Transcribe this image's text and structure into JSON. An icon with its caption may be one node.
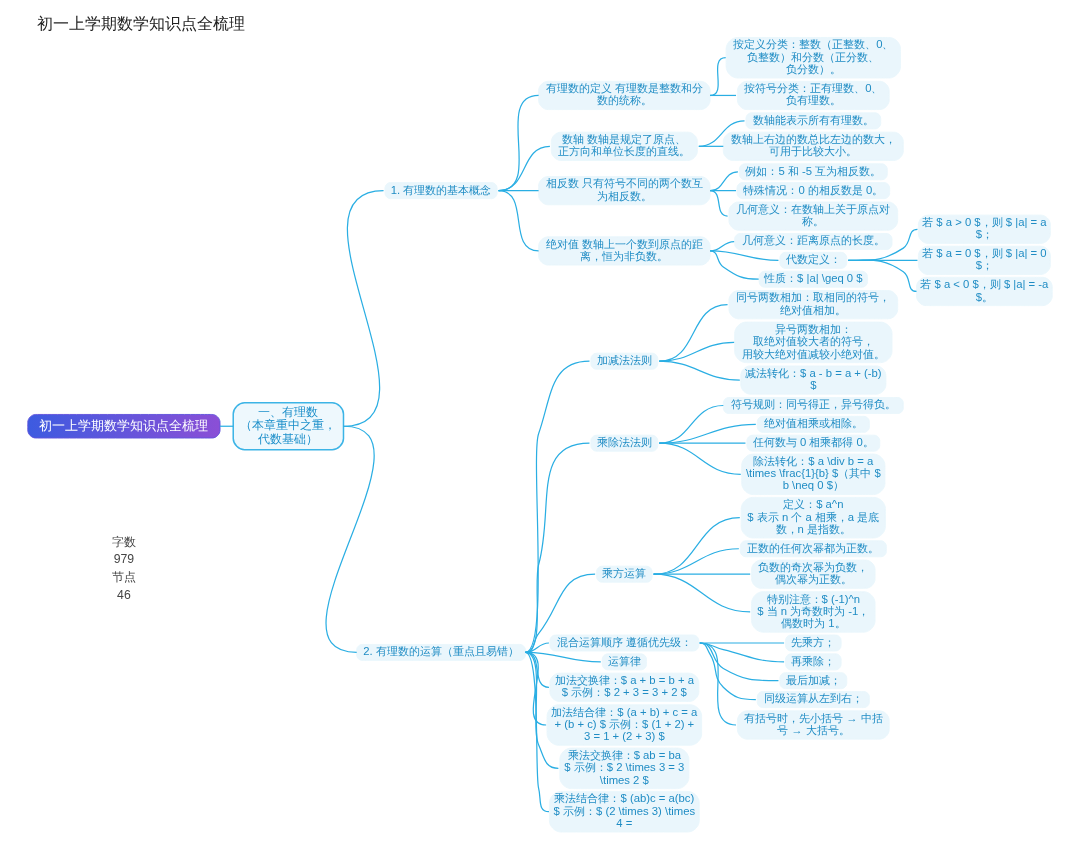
{
  "diagram": {
    "title": "初一上学期数学知识点全梳理",
    "nodes": [
      {
        "text": [
          "初一上学期数学知识点全梳理"
        ]
      },
      {
        "text": [
          "一、有理数（本章重中之重，代数基础）"
        ]
      },
      {
        "text": [
          "1. 有理数的基本概念"
        ]
      },
      {
        "text": [
          "有理数的定义 有理数是整数和分数的统称。"
        ]
      },
      {
        "text": [
          "按定义分类：整数（正整数、0、负整数）和分数（正分数、负分数）。"
        ]
      },
      {
        "text": [
          "按符号分类：正有理数、0、负有理数。"
        ]
      },
      {
        "text": [
          "数轴 数轴是规定了原点、正方向和单位长度的直线。"
        ]
      },
      {
        "text": [
          "数轴能表示所有有理数。"
        ]
      },
      {
        "text": [
          "数轴上右边的数总比左边的数大，可用于比较大小。"
        ]
      },
      {
        "text": [
          "相反数 只有符号不同的两个数互为相反数。"
        ]
      },
      {
        "text": [
          "例如：5 和 -5 互为相反数。"
        ]
      },
      {
        "text": [
          "特殊情况：0 的相反数是 0。"
        ]
      },
      {
        "text": [
          "几何意义：在数轴上关于原点对称。"
        ]
      },
      {
        "text": [
          "绝对值 数轴上一个数到原点的距离，恒为非负数。"
        ]
      },
      {
        "text": [
          "几何意义：距离原点的长度。"
        ]
      },
      {
        "text": [
          "代数定义："
        ]
      },
      {
        "text": [
          "若 $ a > 0 $，则 $ |a| = a $；"
        ]
      },
      {
        "text": [
          "若 $ a = 0 $，则 $ |a| = 0 $；"
        ]
      },
      {
        "text": [
          "若 $ a < 0 $，则 $ |a| = -a $。"
        ]
      },
      {
        "text": [
          "性质：$ |a| \\geq 0 $"
        ]
      },
      {
        "text": [
          "2. 有理数的运算（重点且易错）"
        ]
      },
      {
        "text": [
          "加减法法则"
        ]
      },
      {
        "text": [
          "同号两数相加：取相同的符号，绝对值相加。"
        ]
      },
      {
        "text": [
          "异号两数相加：取绝对值较大者的符号，用较大绝对值减较小绝对值。"
        ]
      },
      {
        "text": [
          "减法转化：$ a - b = a + (-b) $"
        ]
      },
      {
        "text": [
          "乘除法法则"
        ]
      },
      {
        "text": [
          "符号规则：同号得正，异号得负。"
        ]
      },
      {
        "text": [
          "绝对值相乘或相除。"
        ]
      },
      {
        "text": [
          "任何数与 0 相乘都得 0。"
        ]
      },
      {
        "text": [
          "除法转化：$ a \\div b = a \\times \\frac{1}{b} $（其中 $ b \\neq 0 $）"
        ]
      },
      {
        "text": [
          "乘方运算"
        ]
      },
      {
        "text": [
          "定义：$ a^n $ 表示 n 个 a 相乘，a 是底数，n 是指数。"
        ]
      },
      {
        "text": [
          "正数的任何次幂都为正数。"
        ]
      },
      {
        "text": [
          "负数的奇次幂为负数，偶次幂为正数。"
        ]
      },
      {
        "text": [
          "特别注意：$ (-1)^n $ 当 n 为奇数时为 -1，偶数时为 1。"
        ]
      },
      {
        "text": [
          "混合运算顺序 遵循优先级："
        ]
      },
      {
        "text": [
          "先乘方；"
        ]
      },
      {
        "text": [
          "再乘除；"
        ]
      },
      {
        "text": [
          "最后加减；"
        ]
      },
      {
        "text": [
          "同级运算从左到右；"
        ]
      },
      {
        "text": [
          "有括号时，先小括号 → 中括号 → 大括号。"
        ]
      },
      {
        "text": [
          "运算律"
        ]
      },
      {
        "text": [
          "加法交换律：$ a + b = b + a $ 示例：$ 2 + 3 = 3 + 2 $"
        ]
      },
      {
        "text": [
          "加法结合律：$ (a + b) + c = a + (b + c) $ 示例：$ (1 + 2) + 3 = 1 + (2 + 3) $"
        ]
      },
      {
        "text": [
          "乘法交换律：$ ab = ba $ 示例：$ 2 \\times 3 = 3 \\times 2 $"
        ]
      },
      {
        "text": [
          "乘法结合律：$ (ab)c = a(bc) $ 示例：$ (2 \\times 3) \\times 4 ="
        ]
      }
    ],
    "edges": [
      {
        "from": 0,
        "to": 1,
        "arrow": "none"
      },
      {
        "from": 1,
        "to": 2,
        "arrow": "none"
      },
      {
        "from": 2,
        "to": 3,
        "arrow": "none"
      },
      {
        "from": 3,
        "to": 4,
        "arrow": "none"
      },
      {
        "from": 3,
        "to": 5,
        "arrow": "none"
      },
      {
        "from": 2,
        "to": 6,
        "arrow": "none"
      },
      {
        "from": 6,
        "to": 7,
        "arrow": "none"
      },
      {
        "from": 6,
        "to": 8,
        "arrow": "none"
      },
      {
        "from": 2,
        "to": 9,
        "arrow": "none"
      },
      {
        "from": 9,
        "to": 10,
        "arrow": "none"
      },
      {
        "from": 9,
        "to": 11,
        "arrow": "none"
      },
      {
        "from": 9,
        "to": 12,
        "arrow": "none"
      },
      {
        "from": 2,
        "to": 13,
        "arrow": "none"
      },
      {
        "from": 13,
        "to": 14,
        "arrow": "none"
      },
      {
        "from": 13,
        "to": 15,
        "arrow": "none"
      },
      {
        "from": 15,
        "to": 16,
        "arrow": "none"
      },
      {
        "from": 15,
        "to": 17,
        "arrow": "none"
      },
      {
        "from": 15,
        "to": 18,
        "arrow": "none"
      },
      {
        "from": 13,
        "to": 19,
        "arrow": "none"
      },
      {
        "from": 1,
        "to": 20,
        "arrow": "none"
      },
      {
        "from": 20,
        "to": 21,
        "arrow": "none"
      },
      {
        "from": 21,
        "to": 22,
        "arrow": "none"
      },
      {
        "from": 21,
        "to": 23,
        "arrow": "none"
      },
      {
        "from": 21,
        "to": 24,
        "arrow": "none"
      },
      {
        "from": 20,
        "to": 25,
        "arrow": "none"
      },
      {
        "from": 25,
        "to": 26,
        "arrow": "none"
      },
      {
        "from": 25,
        "to": 27,
        "arrow": "none"
      },
      {
        "from": 25,
        "to": 28,
        "arrow": "none"
      },
      {
        "from": 25,
        "to": 29,
        "arrow": "none"
      },
      {
        "from": 20,
        "to": 30,
        "arrow": "none"
      },
      {
        "from": 30,
        "to": 31,
        "arrow": "none"
      },
      {
        "from": 30,
        "to": 32,
        "arrow": "none"
      },
      {
        "from": 30,
        "to": 33,
        "arrow": "none"
      },
      {
        "from": 30,
        "to": 34,
        "arrow": "none"
      },
      {
        "from": 20,
        "to": 35,
        "arrow": "none"
      },
      {
        "from": 35,
        "to": 36,
        "arrow": "none"
      },
      {
        "from": 35,
        "to": 37,
        "arrow": "none"
      },
      {
        "from": 35,
        "to": 38,
        "arrow": "none"
      },
      {
        "from": 35,
        "to": 39,
        "arrow": "none"
      },
      {
        "from": 35,
        "to": 40,
        "arrow": "none"
      },
      {
        "from": 20,
        "to": 41,
        "arrow": "none"
      },
      {
        "from": 20,
        "to": 42,
        "arrow": "none"
      },
      {
        "from": 20,
        "to": 43,
        "arrow": "none"
      },
      {
        "from": 20,
        "to": 44,
        "arrow": "none"
      },
      {
        "from": 20,
        "to": 45,
        "arrow": "none"
      }
    ],
    "labels": [
      "字数",
      "979",
      "节点",
      "46"
    ]
  }
}
